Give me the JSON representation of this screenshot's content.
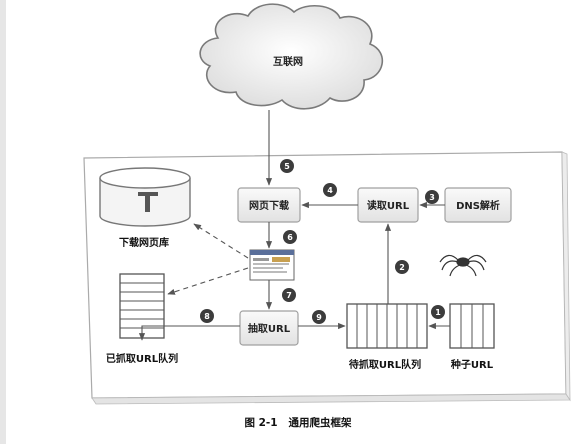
{
  "cloud": {
    "label": "互联网"
  },
  "components": {
    "page_download": "网页下载",
    "read_url": "读取URL",
    "dns_resolve": "DNS解析",
    "extract_url": "抽取URL"
  },
  "stores": {
    "page_library": "下载网页库",
    "crawled_queue": "已抓取URL队列",
    "pending_queue": "待抓取URL队列",
    "seed_url": "种子URL"
  },
  "steps": [
    "1",
    "2",
    "3",
    "4",
    "5",
    "6",
    "7",
    "8",
    "9"
  ],
  "caption": "图 2-1   通用爬虫框架",
  "colors": {
    "box_fill": "#efefef",
    "box_stroke": "#a0a0a0",
    "step_circle": "#3c3c3c",
    "arrow": "#555555",
    "frame": "#aaaaaa"
  }
}
